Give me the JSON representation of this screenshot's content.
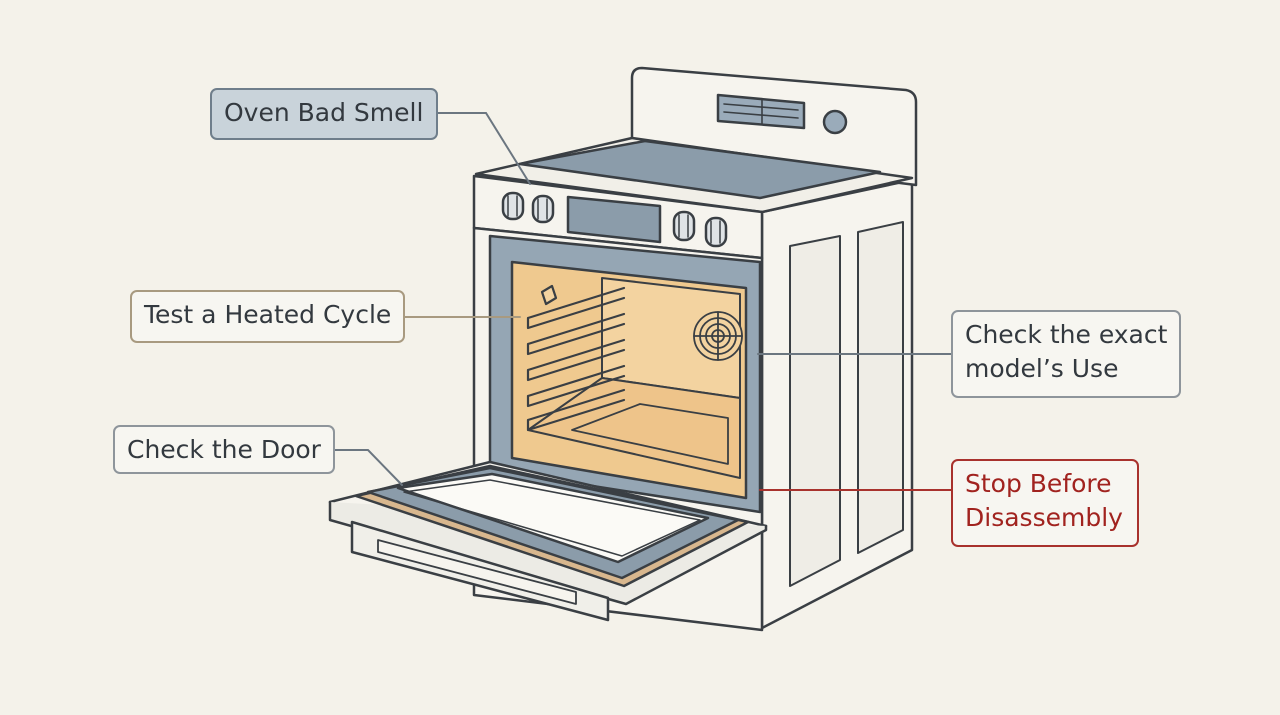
{
  "callouts": {
    "oven_bad_smell": "Oven Bad Smell",
    "test_heated_cycle": "Test a Heated Cycle",
    "check_door": "Check the Door",
    "check_model_line1": "Check the exact",
    "check_model_line2": "model’s Use",
    "stop_line1": "Stop Before",
    "stop_line2": "Disassembly"
  },
  "colors": {
    "background": "#f4f2ea",
    "outline": "#3a3f44",
    "steel_blue": "#8a9cac",
    "oven_interior": "#efc98f",
    "door_seal": "#d8b78e",
    "warning_red": "#a1231f"
  }
}
